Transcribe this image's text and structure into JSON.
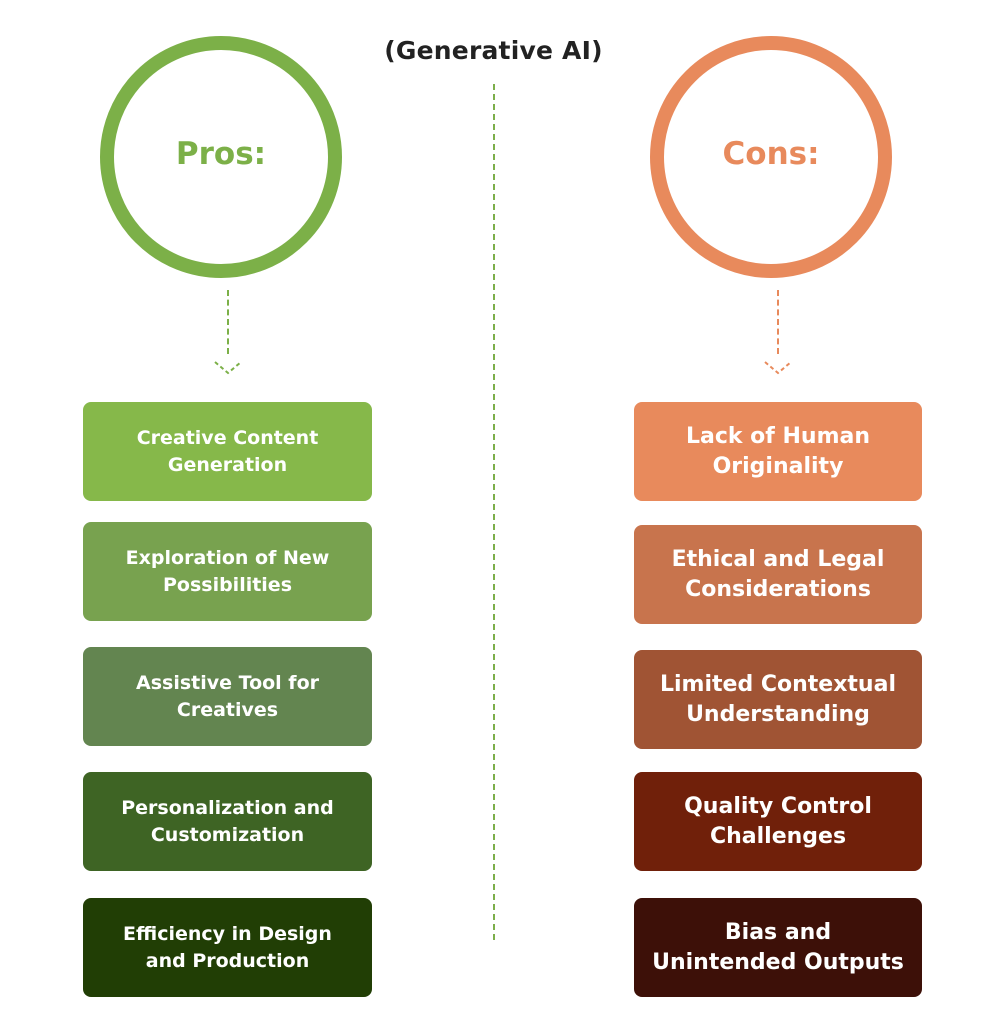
{
  "title": "(Generative AI)",
  "colors": {
    "pros_accent": "#7cb048",
    "cons_accent": "#e88a5c",
    "pros_boxes": [
      "#86b84a",
      "#78a24f",
      "#638550",
      "#3e6424",
      "#213e05"
    ],
    "cons_boxes": [
      "#e88a5c",
      "#c8744d",
      "#a05434",
      "#70200a",
      "#3d1008"
    ]
  },
  "pros": {
    "heading": "Pros:",
    "items": [
      "Creative Content Generation",
      "Exploration of New Possibilities",
      "Assistive Tool for Creatives",
      "Personalization and Customization",
      "Efficiency in Design and Production"
    ]
  },
  "cons": {
    "heading": "Cons:",
    "items": [
      "Lack of Human Originality",
      "Ethical and Legal Considerations",
      "Limited Contextual Understanding",
      "Quality Control Challenges",
      "Bias and Unintended Outputs"
    ]
  }
}
